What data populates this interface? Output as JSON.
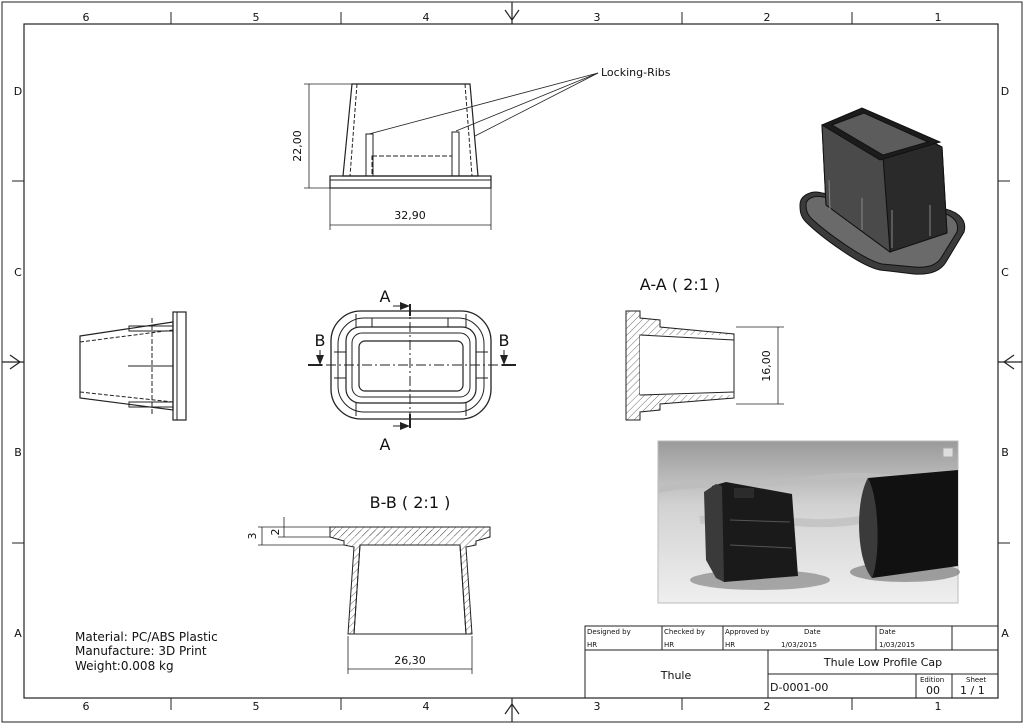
{
  "zones": {
    "columns": [
      "6",
      "5",
      "4",
      "3",
      "2",
      "1"
    ],
    "rows": [
      "D",
      "C",
      "B",
      "A"
    ]
  },
  "annotations": {
    "locking_ribs": "Locking-Ribs",
    "dim_height": "22,00",
    "dim_width": "32,90",
    "dim_aa_height": "16,00",
    "dim_3": "3",
    "dim_2": "2",
    "dim_bb_width": "26,30",
    "section_a_label": "A",
    "section_b_label": "B",
    "section_aa_title": "A-A ( 2:1 )",
    "section_bb_title": "B-B ( 2:1 )"
  },
  "notes": {
    "material": "Material: PC/ABS Plastic",
    "manufacture": "Manufacture: 3D Print",
    "weight": "Weight:0.008 kg"
  },
  "title_block": {
    "designed_by_label": "Designed by",
    "designed_by": "HR",
    "checked_by_label": "Checked by",
    "checked_by": "HR",
    "approved_by_label": "Approved by",
    "approved_by": "HR",
    "date_label": "Date",
    "date_1": "1/03/2015",
    "date_label_2": "Date",
    "date_2": "1/03/2015",
    "company": "Thule",
    "title": "Thule Low Profile Cap",
    "drawing_number": "D-0001-00",
    "edition_label": "Edition",
    "edition": "00",
    "sheet_label": "Sheet",
    "sheet": "1 / 1"
  }
}
